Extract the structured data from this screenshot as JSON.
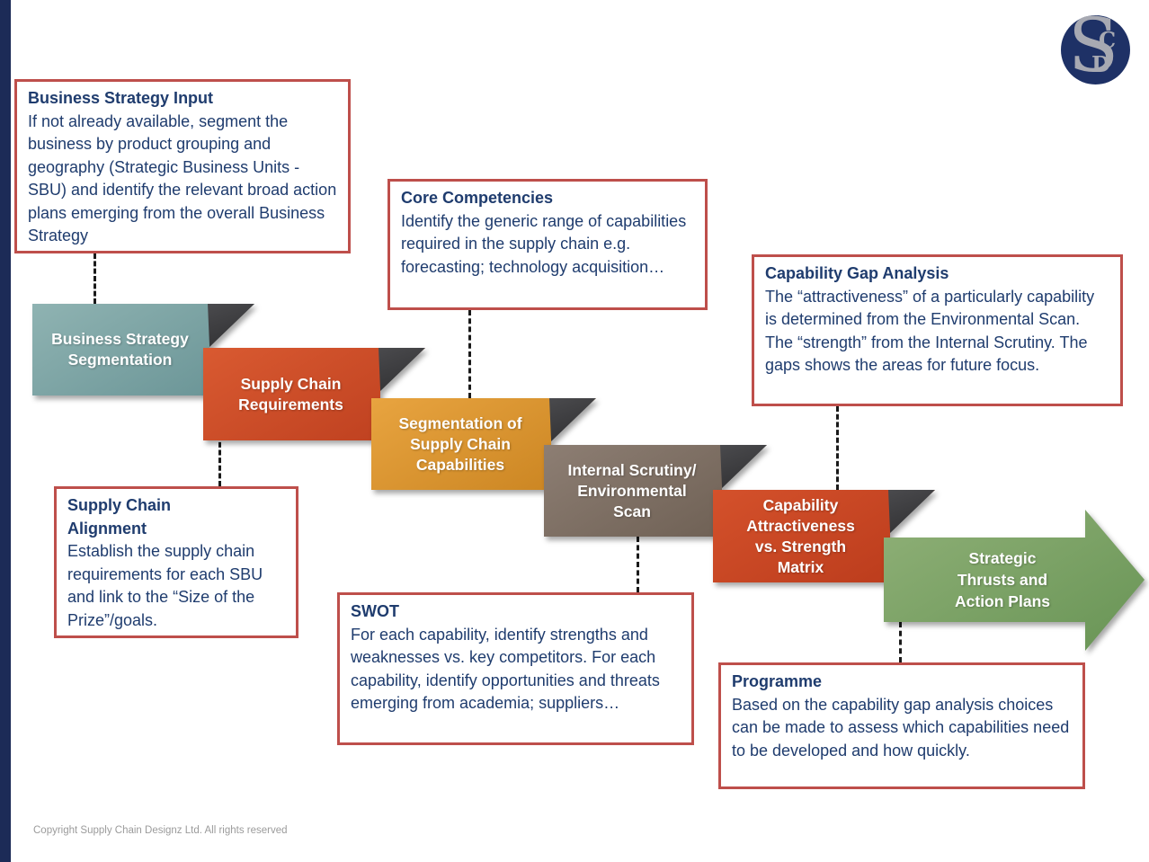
{
  "slide": {
    "copyright": "Copyright Supply Chain Designz Ltd.  All rights reserved"
  },
  "logo": {
    "letter_s": "S",
    "letter_c": "C",
    "letter_d": "D",
    "circle_color": "#1E3166",
    "letter_color": "#A7A9B2"
  },
  "colors": {
    "callout_border": "#BE4F4B",
    "text_navy": "#1F3C6E",
    "connector_dash": "#1A1A1A",
    "fold_dark": "#3E3E40",
    "left_bar": "#1C2B57"
  },
  "callouts": [
    {
      "id": "business-strategy-input",
      "title": "Business Strategy Input",
      "body": "If not already available, segment the business by product grouping and geography (Strategic Business Units - SBU) and identify the relevant broad action plans emerging from the overall Business Strategy"
    },
    {
      "id": "core-competencies",
      "title": "Core Competencies",
      "body": "Identify the generic range of capabilities required in the supply chain e.g. forecasting; technology acquisition…"
    },
    {
      "id": "capability-gap-analysis",
      "title": "Capability Gap Analysis",
      "body": "The “attractiveness” of a particularly capability is determined from the Environmental Scan. The “strength” from the Internal Scrutiny.  The gaps shows the areas for future focus."
    },
    {
      "id": "supply-chain-alignment",
      "title": "Supply Chain\nAlignment",
      "body": "Establish the supply chain requirements for each SBU and link to the “Size of the Prize”/goals."
    },
    {
      "id": "swot",
      "title": "SWOT",
      "body": "For each capability, identify strengths and weaknesses vs. key competitors. For each capability, identify opportunities and threats emerging from academia; suppliers…"
    },
    {
      "id": "programme",
      "title": "Programme",
      "body": "Based on the capability gap analysis choices can be made to assess which capabilities need to be developed and how quickly."
    }
  ],
  "banners": [
    {
      "id": "business-strategy-segmentation",
      "label": "Business Strategy\nSegmentation",
      "color_top": "#8FB3B2",
      "color_bottom": "#679294"
    },
    {
      "id": "supply-chain-requirements",
      "label": "Supply Chain\nRequirements",
      "color_top": "#D95A31",
      "color_bottom": "#BC3E1E"
    },
    {
      "id": "segmentation-of-supply-chain-capabilities",
      "label": "Segmentation of\nSupply Chain\nCapabilities",
      "color_top": "#E8A440",
      "color_bottom": "#C8821F"
    },
    {
      "id": "internal-scrutiny-environmental-scan",
      "label": "Internal Scrutiny/\nEnvironmental\nScan",
      "color_top": "#8D7E73",
      "color_bottom": "#6B5D51"
    },
    {
      "id": "capability-attractiveness-vs-strength-matrix",
      "label": "Capability\nAttractiveness\nvs. Strength\nMatrix",
      "color_top": "#D4512B",
      "color_bottom": "#B93A1B"
    }
  ],
  "arrow": {
    "label": "Strategic\nThrusts and\nAction Plans",
    "color_top": "#8FB077",
    "color_bottom": "#689455"
  }
}
